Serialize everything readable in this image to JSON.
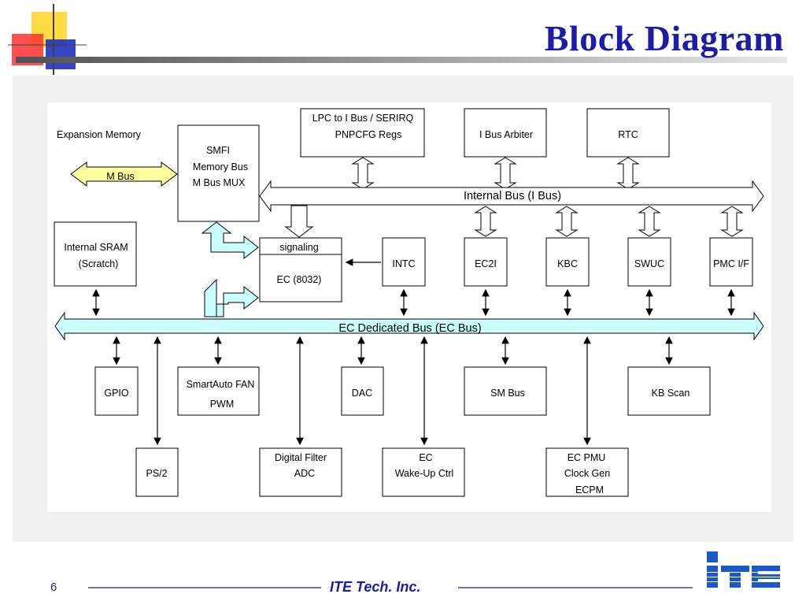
{
  "slide": {
    "title": "Block Diagram",
    "page_number": "6",
    "company": "ITE Tech. Inc.",
    "logo": "iTE"
  },
  "diagram": {
    "expansion_memory": "Expansion Memory",
    "m_bus": "M Bus",
    "smfi": [
      "SMFI",
      "Memory Bus",
      "M Bus MUX"
    ],
    "lpc": [
      "LPC to I Bus / SERIRQ",
      "PNPCFG Regs"
    ],
    "ibus_arbiter": "I Bus Arbiter",
    "rtc": "RTC",
    "internal_bus": "Internal Bus (I Bus)",
    "internal_sram": [
      "Internal SRAM",
      "(Scratch)"
    ],
    "signaling": "signaling",
    "ec8032": "EC (8032)",
    "intc": "INTC",
    "ec2i": "EC2I",
    "kbc": "KBC",
    "swuc": "SWUC",
    "pmc": "PMC I/F",
    "ec_bus": "EC Dedicated Bus (EC Bus)",
    "gpio": "GPIO",
    "smartauto": [
      "SmartAuto FAN",
      "PWM"
    ],
    "dac": "DAC",
    "smbus": "SM Bus",
    "kbscan": "KB Scan",
    "ps2": "PS/2",
    "digital_filter": [
      "Digital Filter",
      "ADC"
    ],
    "ec_wakeup": [
      "EC",
      "Wake-Up Ctrl"
    ],
    "ec_pmu": [
      "EC PMU",
      "Clock Gen",
      "ECPM"
    ]
  },
  "colors": {
    "title": "#1c1ca8",
    "m_bus_fill": "#ffffa0",
    "ec_bus_fill": "#ccffff",
    "logo": "#1c58c8"
  }
}
